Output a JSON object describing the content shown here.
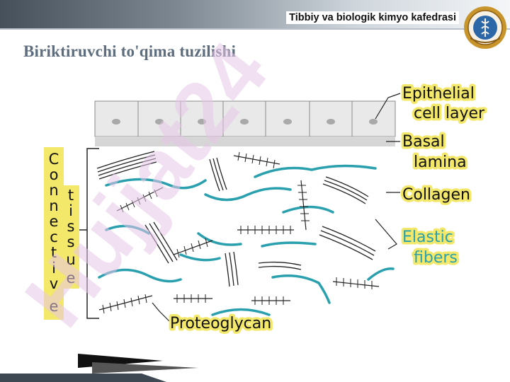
{
  "header": {
    "department": "Tibbiy va biologik kimyo kafedrasi"
  },
  "slide": {
    "title": "Biriktiruvchi to'qima tuzilishi"
  },
  "figure": {
    "labels": {
      "epithelial_line1": "Epithelial",
      "epithelial_line2": "cell layer",
      "basal_line1": "Basal",
      "basal_line2": "lamina",
      "collagen": "Collagen",
      "elastic_line1": "Elastic",
      "elastic_line2": "fibers",
      "proteoglycan": "Proteoglycan"
    },
    "connective_letters": [
      "C",
      "o",
      "n",
      "n",
      "e",
      "c",
      "t",
      "i",
      "v",
      "e"
    ],
    "tissue_letters": [
      "t",
      "i",
      "s",
      "s",
      "u",
      "e"
    ]
  },
  "watermark": {
    "text": "Hujjat24"
  },
  "colors": {
    "elastic_fiber": "#2aa0ae",
    "label_highlight": "#f3e86a",
    "title": "#5e6e7e"
  }
}
